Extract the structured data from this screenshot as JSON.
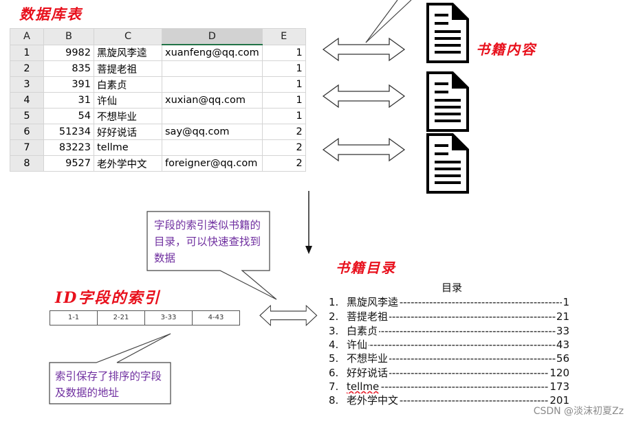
{
  "db_title": "数据库表",
  "book_content_title": "书籍内容",
  "book_toc_title": "书籍目录",
  "index_title": "ID字段的索引",
  "sheet": {
    "columns": [
      "A",
      "B",
      "C",
      "D",
      "E"
    ],
    "rows": [
      {
        "a": "1",
        "b": "9982",
        "c": "黑旋风李逵",
        "d": "xuanfeng@qq.com",
        "e": "1"
      },
      {
        "a": "2",
        "b": "835",
        "c": "菩提老祖",
        "d": "",
        "e": "1"
      },
      {
        "a": "3",
        "b": "391",
        "c": "白素贞",
        "d": "",
        "e": "1"
      },
      {
        "a": "4",
        "b": "31",
        "c": "许仙",
        "d": "xuxian@qq.com",
        "e": "1"
      },
      {
        "a": "5",
        "b": "54",
        "c": "不想毕业",
        "d": "",
        "e": "1"
      },
      {
        "a": "6",
        "b": "51234",
        "c": "好好说话",
        "d": "say@qq.com",
        "e": "2"
      },
      {
        "a": "7",
        "b": "83223",
        "c": "tellme",
        "d": "",
        "e": "2"
      },
      {
        "a": "8",
        "b": "9527",
        "c": "老外学中文",
        "d": "foreigner@qq.com",
        "e": "2"
      }
    ]
  },
  "callout_top": "字段的索引类似书籍的目录，可以快速查找到数据",
  "callout_bottom": "索引保存了排序的字段及数据的地址",
  "index_cells": [
    "1-1",
    "2-21",
    "3-33",
    "4-43"
  ],
  "toc": {
    "heading": "目录",
    "entries": [
      {
        "num": "1.",
        "label": "黑旋风李逵",
        "page": "1"
      },
      {
        "num": "2.",
        "label": "菩提老祖",
        "page": "21"
      },
      {
        "num": "3.",
        "label": "白素贞",
        "page": "33"
      },
      {
        "num": "4.",
        "label": "许仙",
        "page": "43"
      },
      {
        "num": "5.",
        "label": "不想毕业",
        "page": "56"
      },
      {
        "num": "6.",
        "label": "好好说话",
        "page": "120"
      },
      {
        "num": "7.",
        "label": "tellme",
        "page": "173"
      },
      {
        "num": "8.",
        "label": "老外学中文",
        "page": "201"
      }
    ]
  },
  "watermark": "CSDN @淡沫初夏Zz",
  "colors": {
    "title_red": "#e8101c",
    "callout_purple": "#7030a0",
    "excel_green": "#217346"
  }
}
